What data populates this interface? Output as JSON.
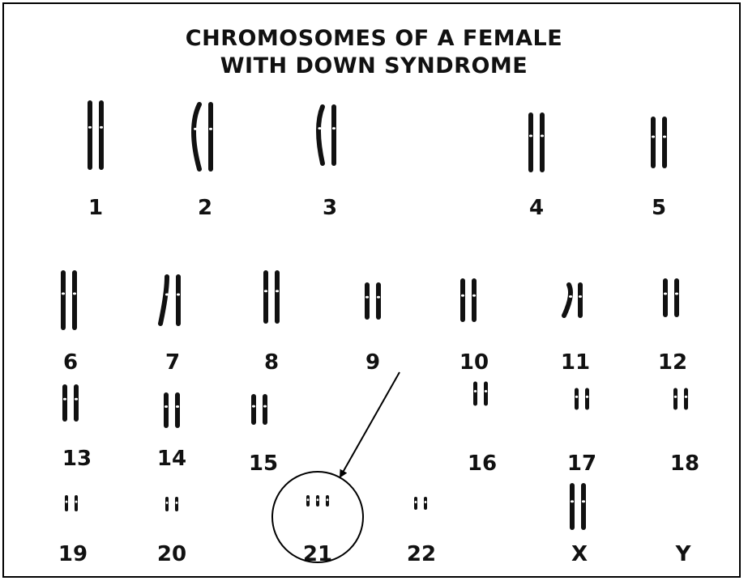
{
  "title": {
    "line1": "CHROMOSOMES OF A FEMALE",
    "line2": "WITH DOWN SYNDROME"
  },
  "chromosomes": [
    {
      "label": "1",
      "copies": 2
    },
    {
      "label": "2",
      "copies": 2
    },
    {
      "label": "3",
      "copies": 2
    },
    {
      "label": "4",
      "copies": 2
    },
    {
      "label": "5",
      "copies": 2
    },
    {
      "label": "6",
      "copies": 2
    },
    {
      "label": "7",
      "copies": 2
    },
    {
      "label": "8",
      "copies": 2
    },
    {
      "label": "9",
      "copies": 2
    },
    {
      "label": "10",
      "copies": 2
    },
    {
      "label": "11",
      "copies": 2
    },
    {
      "label": "12",
      "copies": 2
    },
    {
      "label": "13",
      "copies": 2
    },
    {
      "label": "14",
      "copies": 2
    },
    {
      "label": "15",
      "copies": 2
    },
    {
      "label": "16",
      "copies": 2
    },
    {
      "label": "17",
      "copies": 2
    },
    {
      "label": "18",
      "copies": 2
    },
    {
      "label": "19",
      "copies": 2
    },
    {
      "label": "20",
      "copies": 2
    },
    {
      "label": "21",
      "copies": 3
    },
    {
      "label": "22",
      "copies": 2
    },
    {
      "label": "X",
      "copies": 2
    },
    {
      "label": "Y",
      "copies": 0
    }
  ],
  "highlight": {
    "label": "21"
  }
}
